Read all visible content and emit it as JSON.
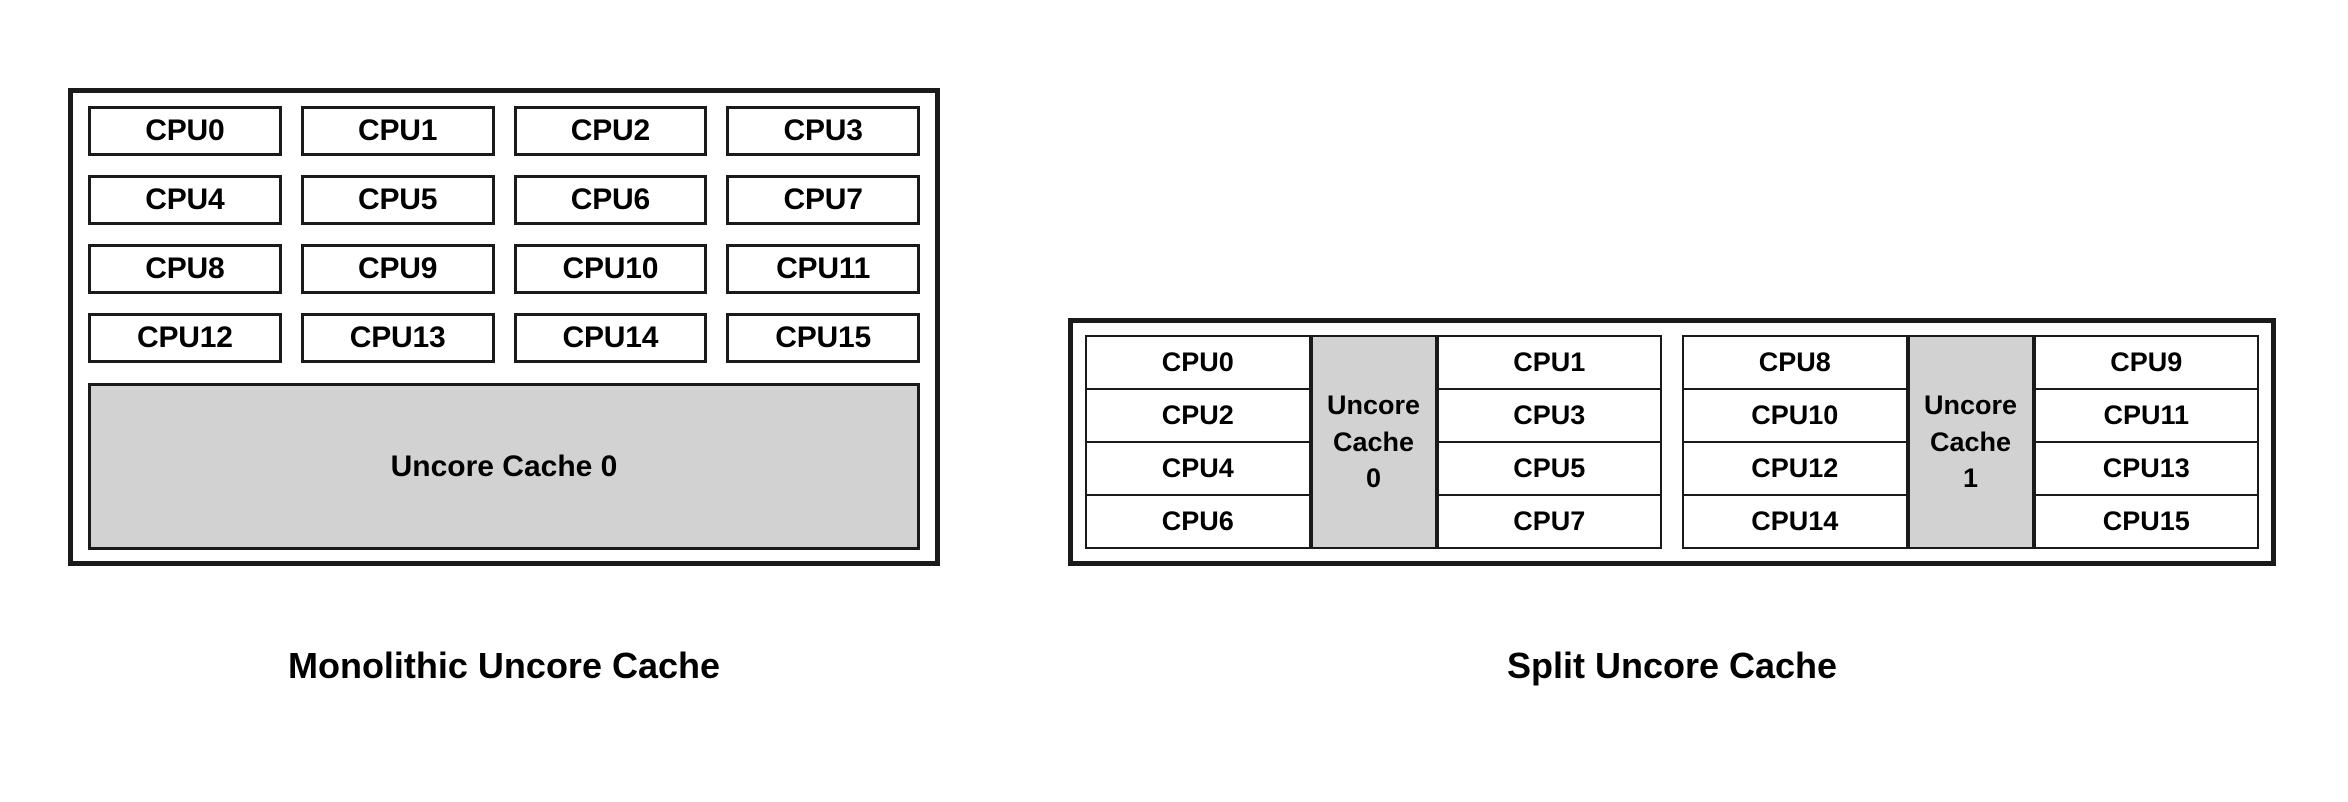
{
  "diagram": {
    "title_hidden": "",
    "colors": {
      "stroke": "#1a1a1a",
      "cache_fill": "#d2d2d2",
      "chip_fill": "#ffffff",
      "background": "#ffffff",
      "text": "#000000"
    }
  },
  "monolithic": {
    "caption": "Monolithic Uncore Cache",
    "cpu_rows": [
      [
        "CPU0",
        "CPU1",
        "CPU2",
        "CPU3"
      ],
      [
        "CPU4",
        "CPU5",
        "CPU6",
        "CPU7"
      ],
      [
        "CPU8",
        "CPU9",
        "CPU10",
        "CPU11"
      ],
      [
        "CPU12",
        "CPU13",
        "CPU14",
        "CPU15"
      ]
    ],
    "cache_label": "Uncore Cache 0"
  },
  "split": {
    "caption": "Split Uncore Cache",
    "clusters": [
      {
        "left_column": [
          "CPU0",
          "CPU2",
          "CPU4",
          "CPU6"
        ],
        "cache": {
          "line1": "Uncore",
          "line2": "Cache",
          "line3": "0"
        },
        "right_column": [
          "CPU1",
          "CPU3",
          "CPU5",
          "CPU7"
        ]
      },
      {
        "left_column": [
          "CPU8",
          "CPU10",
          "CPU12",
          "CPU14"
        ],
        "cache": {
          "line1": "Uncore",
          "line2": "Cache",
          "line3": "1"
        },
        "right_column": [
          "CPU9",
          "CPU11",
          "CPU13",
          "CPU15"
        ]
      }
    ]
  }
}
